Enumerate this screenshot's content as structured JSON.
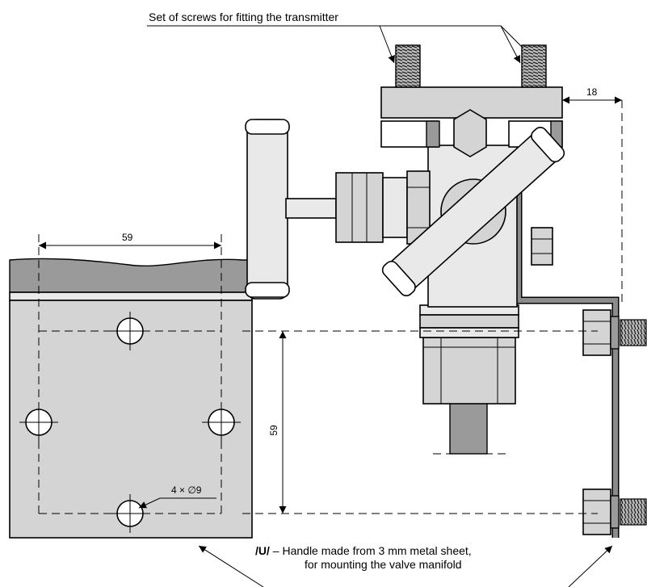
{
  "labels": {
    "screws_callout": "Set of screws for fitting the transmitter",
    "dim_18": "18",
    "dim_59_horizontal": "59",
    "dim_59_vertical": "59",
    "holes": "4 × ∅9",
    "handle_code": "/U/",
    "handle_dash": " – ",
    "handle_line1": "Handle made from 3 mm metal sheet,",
    "handle_line2": "for mounting the valve manifold"
  },
  "colors": {
    "part_medium": "#d4d4d4",
    "part_light": "#e9e9e9",
    "part_dark": "#9a9a9a",
    "handle_sheet": "#8c8c8c"
  }
}
